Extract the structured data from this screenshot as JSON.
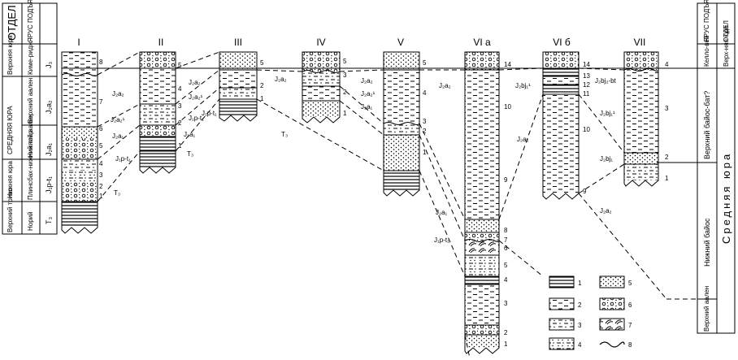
{
  "left_scale": {
    "header": {
      "division": "ОТДЕЛ",
      "stage": "ЯРУС ПОДЪЯРУС"
    },
    "division_labels": [
      "Верхний триас",
      "Нижняя юра",
      "СРЕДНЯЯ ЮРА",
      "Верхняя юра"
    ],
    "stage_labels": [
      "Норий",
      "Плинсбах-нижний тоар",
      "Нижний аален",
      "Верхний аален",
      "Киме-ридж"
    ],
    "unit_labels": [
      "T₃",
      "J₁p-t₁",
      "J₂a₁",
      "J₂a₂",
      "J₃"
    ]
  },
  "columns": [
    "I",
    "II",
    "III",
    "IV",
    "V",
    "VI а",
    "VI б",
    "VII"
  ],
  "bed_numbers": {
    "c1": [
      "8",
      "7",
      "6",
      "5",
      "4",
      "3",
      "2",
      "1"
    ],
    "c2": [
      "5",
      "4",
      "3",
      "2",
      "1"
    ],
    "c3": [
      "5",
      "2",
      "1"
    ],
    "c4": [
      "5",
      "3",
      "2",
      "1"
    ],
    "c5": [
      "5",
      "4",
      "3",
      "2",
      "1"
    ],
    "c6": [
      "14",
      "10",
      "9",
      "8",
      "7",
      "6",
      "5",
      "4",
      "3",
      "2",
      "1"
    ],
    "c7": [
      "14",
      "13",
      "12",
      "11",
      "10",
      "9"
    ],
    "c8": [
      "4",
      "3",
      "2",
      "1"
    ]
  },
  "correlation_labels": [
    "J₂a₂",
    "J₂a₂¹",
    "J₂a₁",
    "J₁p-t₁",
    "T₃",
    "J₁p-t₁",
    "T₃",
    "J₂a₂",
    "J₂a₂¹",
    "J₂a₁",
    "J₁p-t₁",
    "T₃",
    "J₂a₂",
    "J₂a₂",
    "J₂a₂¹",
    "J₂a₁",
    "J₂a₂",
    "J₂bj₁¹",
    "J₂a₂",
    "J₂a₁",
    "J₁p-t₁",
    "J₂bj₂-bt",
    "J₂bj₁¹",
    "J₂bj₁",
    "J₂a₂"
  ],
  "legend": [
    {
      "number": "1"
    },
    {
      "number": "2"
    },
    {
      "number": "3"
    },
    {
      "number": "4"
    },
    {
      "number": "5"
    },
    {
      "number": "6"
    },
    {
      "number": "7"
    },
    {
      "number": "8"
    }
  ],
  "right_scale": {
    "header": {
      "stage": "ЯРУС ПОДЪЯРУС",
      "division": "ОТДЕЛ"
    },
    "stage_labels": [
      "Келло-вей",
      "Верхний байос-бат?",
      "Нижний байос",
      "Верхний аален"
    ],
    "division_labels": [
      "Верх-няя юра",
      "Средняя юра"
    ]
  }
}
